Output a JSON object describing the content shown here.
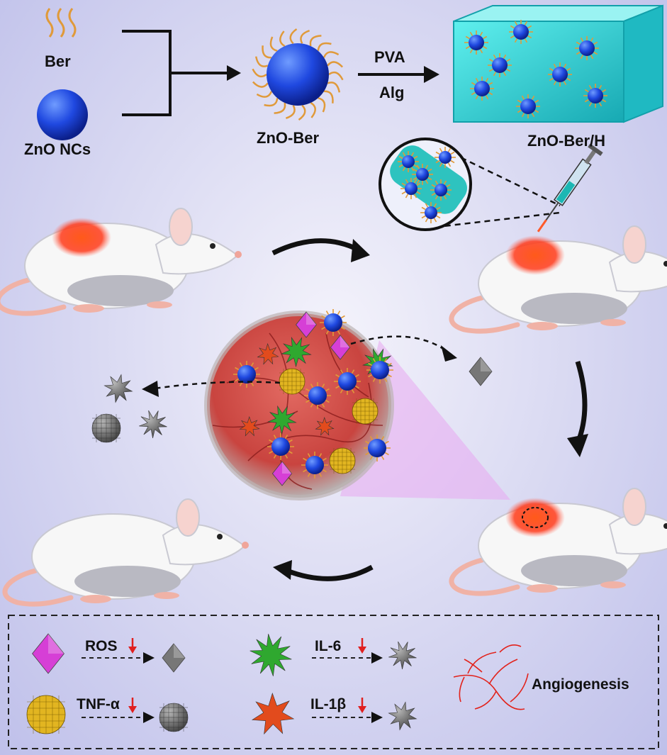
{
  "top": {
    "ber_label": "Ber",
    "zno_label": "ZnO NCs",
    "complex_label": "ZnO-Ber",
    "reagent_top": "PVA",
    "reagent_bottom": "Alg",
    "hydrogel_label": "ZnO-Ber/H"
  },
  "legend": {
    "items": [
      {
        "label": "ROS",
        "shape": "octahedron",
        "color": "#d63fd6"
      },
      {
        "label": "IL-6",
        "shape": "spiky-star",
        "color": "#2fa82f"
      },
      {
        "label": "TNF-α",
        "shape": "mesh-sphere",
        "color": "#e2b521"
      },
      {
        "label": "IL-1β",
        "shape": "stellated-star",
        "color": "#e24b1d"
      }
    ],
    "angiogenesis_label": "Angiogenesis",
    "down_arrow_color": "#e02020"
  },
  "colors": {
    "hydrogel": "#3fd6d6",
    "zno": "#2a4fd8",
    "wound": "#ff4a1c",
    "inactive": "#6e6e6e"
  }
}
